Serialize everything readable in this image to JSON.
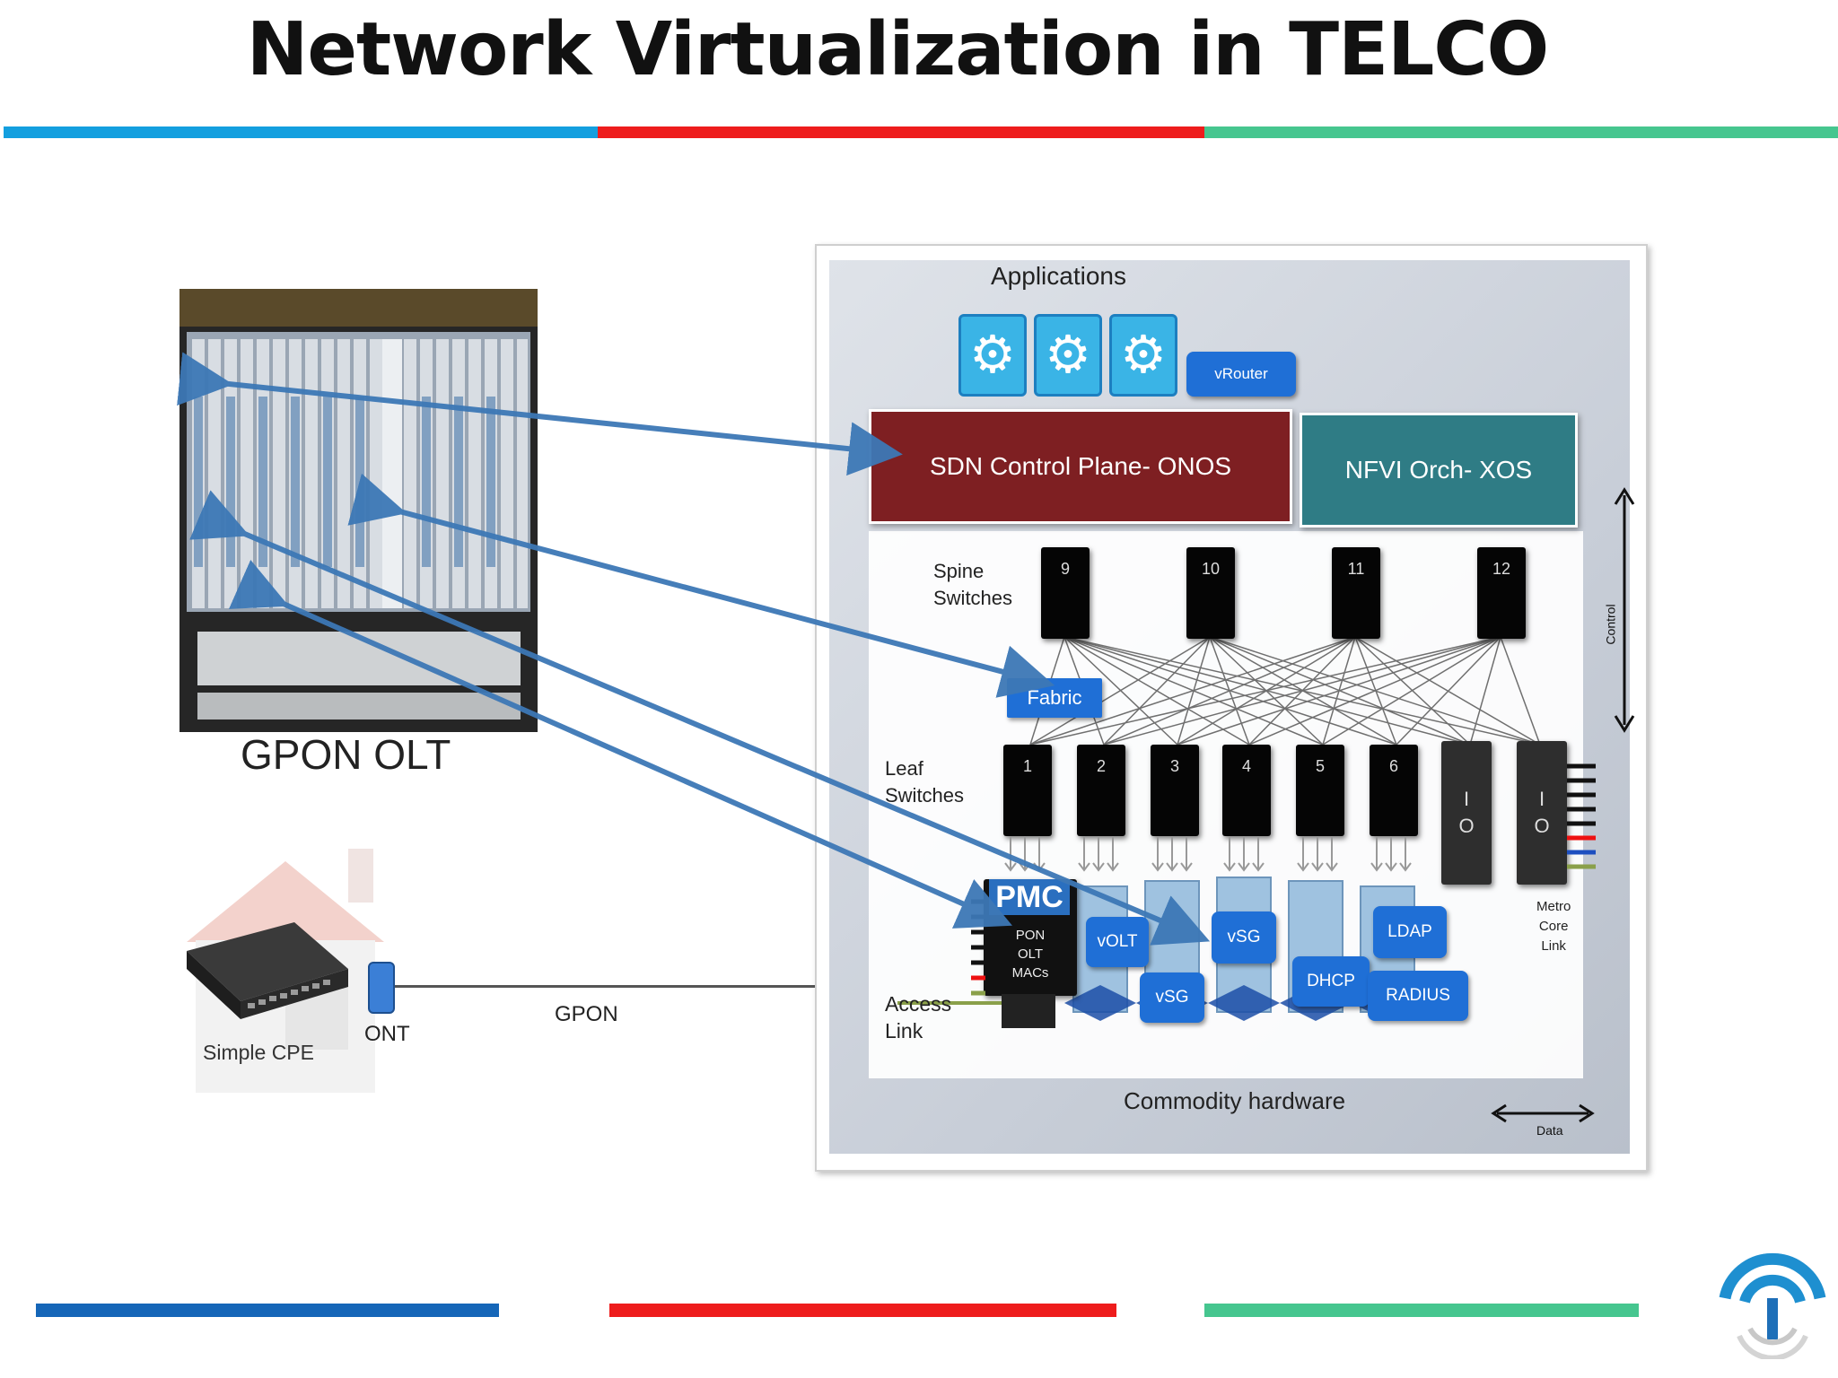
{
  "slide": {
    "title": "Network Virtualization in TELCO",
    "colors": {
      "blue": "#139fdf",
      "red": "#ee1c1c",
      "green": "#46c68f",
      "darkblue": "#1566b8"
    }
  },
  "left": {
    "olt_label": "GPON OLT",
    "cpe_label": "Simple CPE",
    "ont_label": "ONT",
    "link_label": "GPON"
  },
  "diagram": {
    "applications_label": "Applications",
    "vrouter_label": "vRouter",
    "sdn_label": "SDN Control Plane- ONOS",
    "nfvi_label": "NFVI Orch- XOS",
    "spine_label": "Spine\nSwitches",
    "spine_switches": [
      "9",
      "10",
      "11",
      "12"
    ],
    "fabric_label": "Fabric",
    "leaf_label": "Leaf\nSwitches",
    "leaf_switches": [
      "1",
      "2",
      "3",
      "4",
      "5",
      "6"
    ],
    "io_label": "I\nO",
    "pmc_label": "PMC",
    "pon_label": "PON\nOLT\nMACs",
    "services": [
      "vOLT",
      "vSG",
      "vSG",
      "DHCP",
      "LDAP",
      "RADIUS"
    ],
    "metro_label": "Metro\nCore\nLink",
    "access_label": "Access\nLink",
    "control_label": "Control",
    "commodity_label": "Commodity hardware",
    "data_label": "Data"
  }
}
